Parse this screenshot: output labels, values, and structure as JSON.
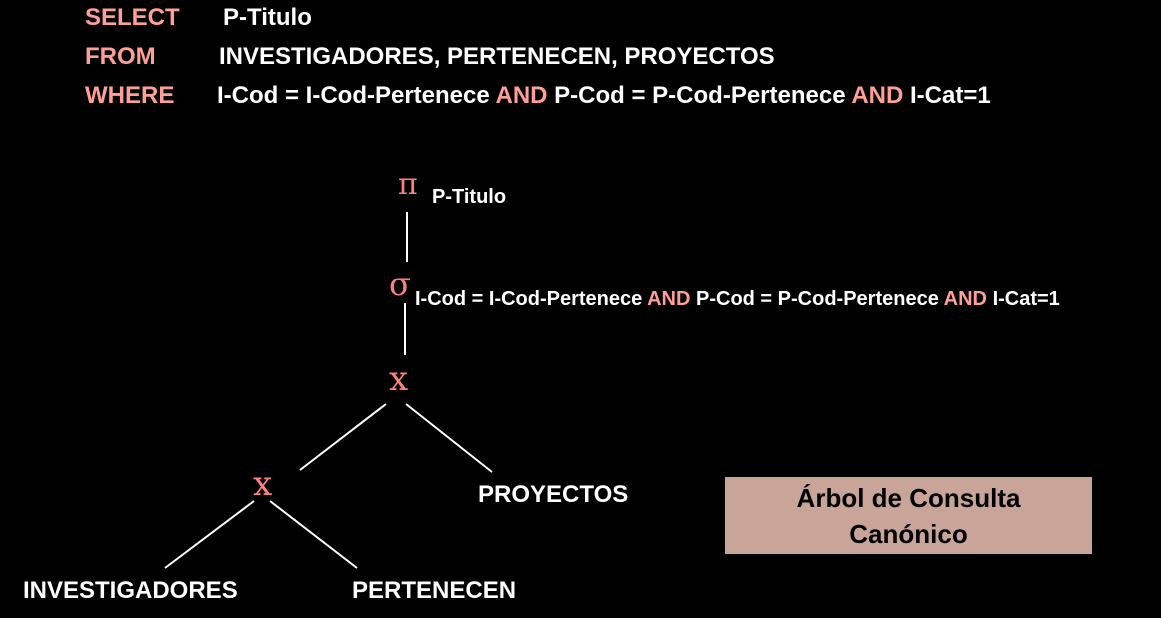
{
  "sql": {
    "select_kw": "SELECT",
    "select_value": "P-Titulo",
    "from_kw": "FROM",
    "from_value": "INVESTIGADORES, PERTENECEN, PROYECTOS",
    "where_kw": "WHERE",
    "where_part1": "I-Cod = I-Cod-Pertenece",
    "where_and1": "AND",
    "where_part2": "P-Cod = P-Cod-Pertenece",
    "where_and2": "AND",
    "where_part3": "I-Cat=1"
  },
  "tree": {
    "projection_symbol": "π",
    "projection_attr": "P-Titulo",
    "selection_symbol": "σ",
    "selection_part1": "I-Cod = I-Cod-Pertenece",
    "selection_and1": "AND",
    "selection_part2": "P-Cod = P-Cod-Pertenece",
    "selection_and2": "AND",
    "selection_part3": "I-Cat=1",
    "product_top_symbol": "x",
    "product_bottom_symbol": "x",
    "leaf_proyectos": "PROYECTOS",
    "leaf_investigadores": "INVESTIGADORES",
    "leaf_pertenecen": "PERTENECEN"
  },
  "caption": {
    "line1": "Árbol de Consulta",
    "line2": "Canónico"
  },
  "colors": {
    "background": "#000000",
    "keyword": "#ff9f95",
    "operator_symbol": "#ff8080",
    "text": "#ffffff",
    "caption_background": "#c8a598"
  }
}
